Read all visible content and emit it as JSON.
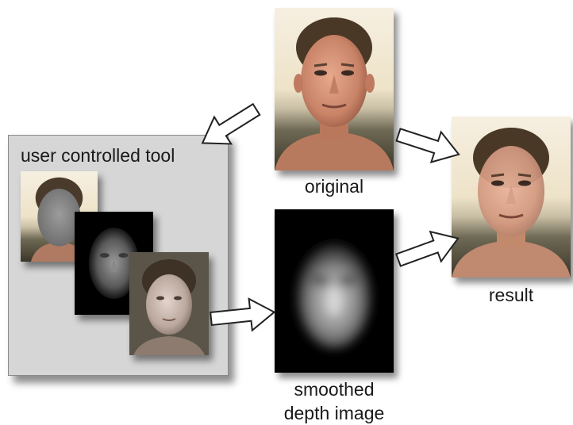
{
  "tool": {
    "title": "user controlled tool"
  },
  "captions": {
    "original": "original",
    "result": "result",
    "depth_line1": "smoothed",
    "depth_line2": "depth image"
  },
  "colors": {
    "panel_bg": "#d6d6d6",
    "arrow_fill": "#ffffff",
    "arrow_stroke": "#222222",
    "depth_bg": "#000000"
  }
}
